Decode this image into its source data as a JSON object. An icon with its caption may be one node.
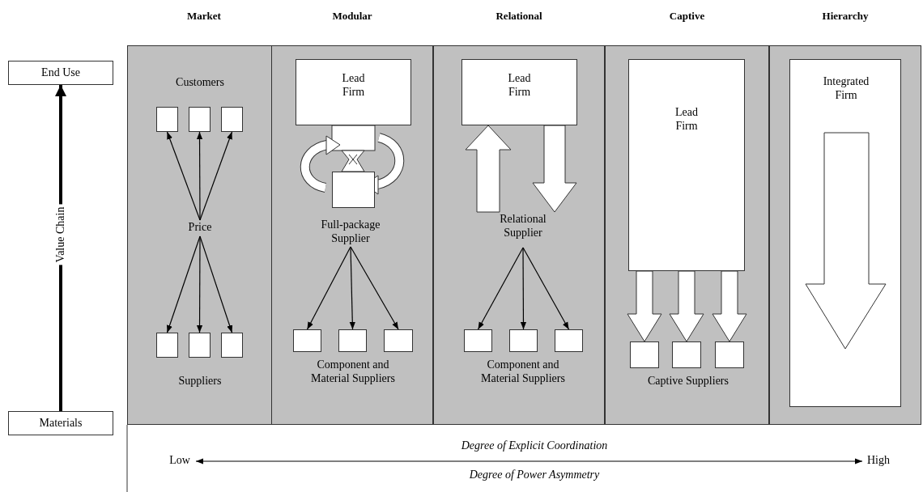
{
  "diagram": {
    "nodes": [
      {
        "text": [
          "End Use"
        ]
      },
      {
        "text": [
          "Materials"
        ]
      },
      {
        "text": [
          "Market"
        ]
      },
      {
        "text": [
          "Customers"
        ],
        "in": 2
      },
      {
        "text": [],
        "shape": "box",
        "in": 2
      },
      {
        "text": [],
        "shape": "box",
        "in": 2
      },
      {
        "text": [],
        "shape": "box",
        "in": 2
      },
      {
        "text": [
          "Price"
        ],
        "in": 2
      },
      {
        "text": [],
        "shape": "box",
        "in": 2
      },
      {
        "text": [],
        "shape": "box",
        "in": 2
      },
      {
        "text": [],
        "shape": "box",
        "in": 2
      },
      {
        "text": [
          "Suppliers"
        ],
        "in": 2
      },
      {
        "text": [
          "Modular"
        ]
      },
      {
        "text": [
          "Lead Firm"
        ],
        "in": 12
      },
      {
        "text": [
          "Full-package Supplier"
        ],
        "in": 12
      },
      {
        "text": [],
        "shape": "box",
        "in": 12
      },
      {
        "text": [],
        "shape": "box",
        "in": 12
      },
      {
        "text": [],
        "shape": "box",
        "in": 12
      },
      {
        "text": [
          "Component and Material Suppliers"
        ],
        "in": 12
      },
      {
        "text": [
          "Relational"
        ]
      },
      {
        "text": [
          "Lead Firm"
        ],
        "in": 19
      },
      {
        "text": [
          "Relational Supplier"
        ],
        "in": 19
      },
      {
        "text": [],
        "shape": "box",
        "in": 19
      },
      {
        "text": [],
        "shape": "box",
        "in": 19
      },
      {
        "text": [],
        "shape": "box",
        "in": 19
      },
      {
        "text": [
          "Component and Material Suppliers"
        ],
        "in": 19
      },
      {
        "text": [
          "Captive"
        ]
      },
      {
        "text": [
          "Lead Firm"
        ],
        "in": 26
      },
      {
        "text": [],
        "shape": "box",
        "in": 26
      },
      {
        "text": [],
        "shape": "box",
        "in": 26
      },
      {
        "text": [],
        "shape": "box",
        "in": 26
      },
      {
        "text": [
          "Captive Suppliers"
        ],
        "in": 26
      },
      {
        "text": [
          "Hierarchy"
        ]
      },
      {
        "text": [
          "Integrated Firm"
        ],
        "in": 32
      },
      {
        "text": [
          "Low"
        ]
      },
      {
        "text": [
          "High"
        ]
      }
    ],
    "edges": [
      {
        "from": 1,
        "to": 0,
        "arrow": "to",
        "label": "Value Chain",
        "style": "thick"
      },
      {
        "from": 7,
        "to": 4,
        "arrow": "to"
      },
      {
        "from": 7,
        "to": 5,
        "arrow": "to"
      },
      {
        "from": 7,
        "to": 6,
        "arrow": "to"
      },
      {
        "from": 7,
        "to": 8,
        "arrow": "to"
      },
      {
        "from": 7,
        "to": 9,
        "arrow": "to"
      },
      {
        "from": 7,
        "to": 10,
        "arrow": "to"
      },
      {
        "from": 14,
        "to": 15,
        "arrow": "to"
      },
      {
        "from": 14,
        "to": 16,
        "arrow": "to"
      },
      {
        "from": 14,
        "to": 17,
        "arrow": "to"
      },
      {
        "from": 21,
        "to": 20,
        "arrow": "to",
        "style": "thick"
      },
      {
        "from": 20,
        "to": 21,
        "arrow": "to",
        "style": "thick"
      },
      {
        "from": 21,
        "to": 22,
        "arrow": "to"
      },
      {
        "from": 21,
        "to": 23,
        "arrow": "to"
      },
      {
        "from": 21,
        "to": 24,
        "arrow": "to"
      },
      {
        "from": 27,
        "to": 28,
        "arrow": "to",
        "style": "thick"
      },
      {
        "from": 27,
        "to": 29,
        "arrow": "to",
        "style": "thick"
      },
      {
        "from": 27,
        "to": 30,
        "arrow": "to",
        "style": "thick"
      },
      {
        "from": 34,
        "to": 35,
        "arrow": "both",
        "label": "Degree of Explicit Coordination"
      }
    ],
    "labels": [
      "Degree of Power Asymmetry"
    ]
  }
}
